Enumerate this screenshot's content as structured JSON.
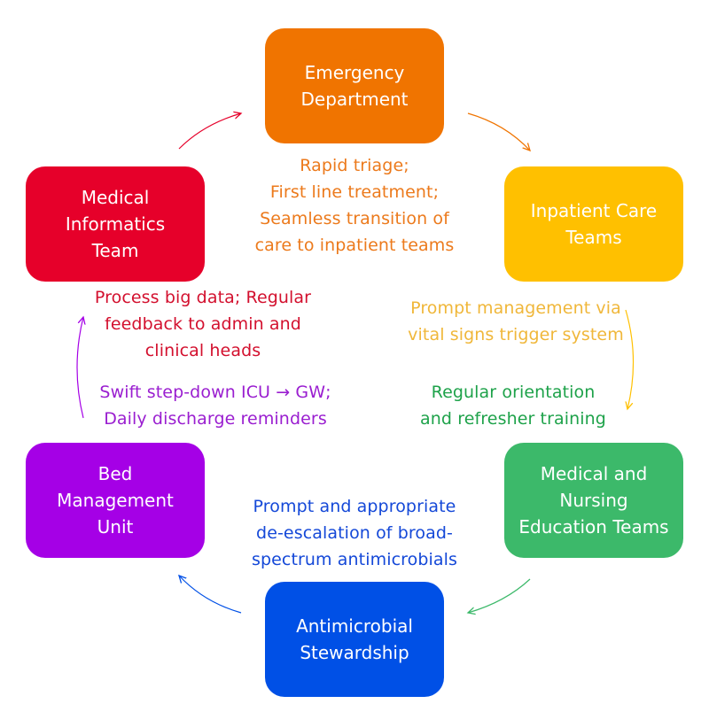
{
  "nodes": {
    "emergency": {
      "label": "Emergency\nDepartment",
      "color": "#F07400"
    },
    "inpatient": {
      "label": "Inpatient Care\nTeams",
      "color": "#FFC000"
    },
    "education": {
      "label": "Medical and\nNursing\nEducation Teams",
      "color": "#3CB96A"
    },
    "antimicrobial": {
      "label": "Antimicrobial\nStewardship",
      "color": "#0050E6"
    },
    "bed": {
      "label": "Bed\nManagement\nUnit",
      "color": "#A500E6"
    },
    "informatics": {
      "label": "Medical\nInformatics\nTeam",
      "color": "#E6002A"
    }
  },
  "notes": {
    "emergency": {
      "text": "Rapid triage;\nFirst line treatment;\nSeamless transition of\ncare to inpatient teams",
      "color": "#EC7A1C"
    },
    "inpatient": {
      "text": "Prompt management via\nvital signs trigger system",
      "color": "#F0B73A"
    },
    "education": {
      "text": "Regular orientation\nand refresher training",
      "color": "#1EA24A"
    },
    "antimicrobial": {
      "text": "Prompt and appropriate\nde-escalation of broad-\nspectrum antimicrobials",
      "color": "#1448D8"
    },
    "bed": {
      "text": "Swift step-down ICU → GW;\nDaily discharge reminders",
      "color": "#9A1ED0"
    },
    "informatics": {
      "text": "Process big data; Regular\nfeedback to admin and\nclinical heads",
      "color": "#D3102E"
    }
  },
  "arrow_colors": {
    "emergency_to_inpatient": "#F07400",
    "inpatient_to_education": "#FFC000",
    "education_to_antimicrobial": "#3CB96A",
    "antimicrobial_to_bed": "#0050E6",
    "bed_to_informatics": "#A500E6",
    "informatics_to_emergency": "#E6002A"
  }
}
